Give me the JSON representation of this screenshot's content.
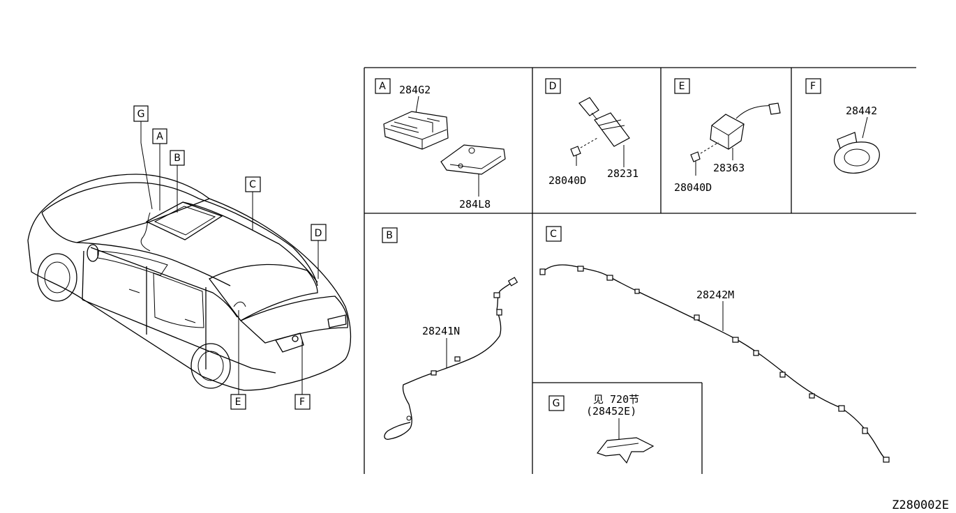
{
  "diagram_id": "Z280002E",
  "vehicle_callouts": [
    "G",
    "A",
    "B",
    "C",
    "D",
    "E",
    "F"
  ],
  "panels": [
    {
      "letter": "A",
      "parts": [
        "284G2",
        "284L8"
      ]
    },
    {
      "letter": "D",
      "parts": [
        "28040D",
        "28231"
      ]
    },
    {
      "letter": "E",
      "parts": [
        "28040D",
        "28363"
      ]
    },
    {
      "letter": "F",
      "parts": [
        "28442"
      ]
    },
    {
      "letter": "B",
      "parts": [
        "28241N"
      ]
    },
    {
      "letter": "C",
      "parts": [
        "28242M"
      ]
    },
    {
      "letter": "G",
      "parts": [
        "见 720节",
        "(28452E)"
      ]
    }
  ]
}
